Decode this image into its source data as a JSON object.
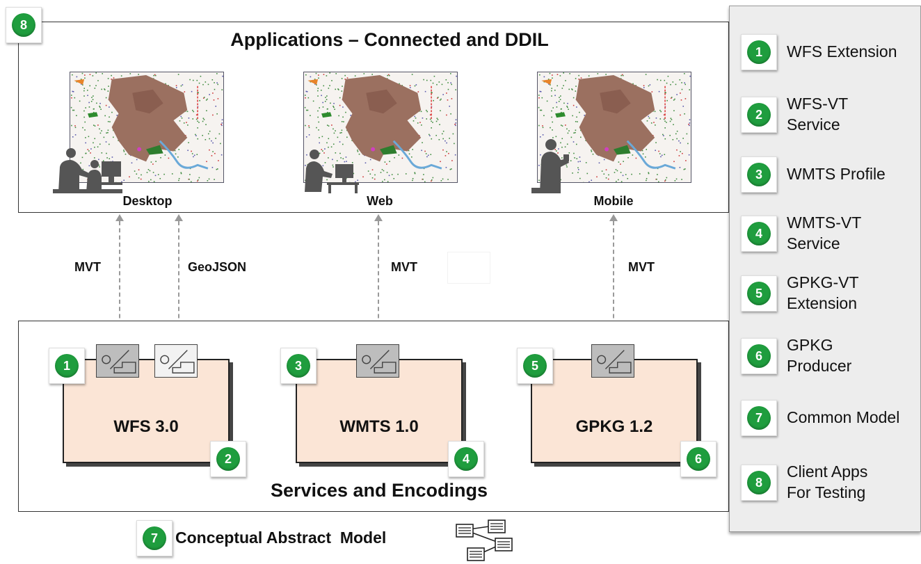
{
  "top_panel": {
    "title": "Applications – Connected and DDIL",
    "badge": "8",
    "apps": [
      {
        "label": "Desktop"
      },
      {
        "label": "Web"
      },
      {
        "label": "Mobile"
      }
    ]
  },
  "connections": [
    {
      "label": "MVT"
    },
    {
      "label": "GeoJSON"
    },
    {
      "label": "MVT"
    },
    {
      "label": "MVT"
    }
  ],
  "bottom_panel": {
    "title": "Services and Encodings",
    "services": [
      {
        "label": "WFS 3.0",
        "badge_left": "1",
        "badge_right": "2"
      },
      {
        "label": "WMTS 1.0",
        "badge_left": "3",
        "badge_right": "4"
      },
      {
        "label": "GPKG 1.2",
        "badge_left": "5",
        "badge_right": "6"
      }
    ]
  },
  "model": {
    "badge": "7",
    "label": "Conceptual Abstract  Model"
  },
  "legend": {
    "items": [
      {
        "num": "1",
        "text": "WFS Extension"
      },
      {
        "num": "2",
        "text": "WFS-VT\nService"
      },
      {
        "num": "3",
        "text": "WMTS Profile"
      },
      {
        "num": "4",
        "text": "WMTS-VT\nService"
      },
      {
        "num": "5",
        "text": "GPKG-VT\nExtension"
      },
      {
        "num": "6",
        "text": "GPKG\nProducer"
      },
      {
        "num": "7",
        "text": "Common Model"
      },
      {
        "num": "8",
        "text": "Client Apps\nFor Testing"
      }
    ]
  },
  "colors": {
    "badge": "#1f9d3e",
    "service_fill": "#fbe5d6",
    "map_land": "#9b7060"
  }
}
